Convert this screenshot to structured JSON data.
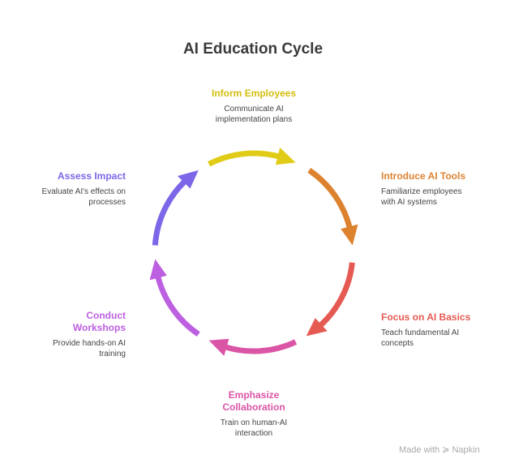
{
  "title": "AI Education Cycle",
  "steps": [
    {
      "title": "Inform Employees",
      "desc": "Communicate AI implementation plans",
      "color": "#E0CC16"
    },
    {
      "title": "Introduce AI Tools",
      "desc": "Familiarize employees with AI systems",
      "color": "#DD8330"
    },
    {
      "title": "Focus on AI Basics",
      "desc": "Teach fundamental AI concepts",
      "color": "#E55A52"
    },
    {
      "title": "Emphasize Collaboration",
      "desc": "Train on human-AI interaction",
      "color": "#DB55A6"
    },
    {
      "title": "Conduct Workshops",
      "desc": "Provide hands-on AI training",
      "color": "#BC5FE0"
    },
    {
      "title": "Assess Impact",
      "desc": "Evaluate AI's effects on processes",
      "color": "#7D67E8"
    }
  ],
  "footer": {
    "label": "Made with",
    "brand": "Napkin"
  }
}
